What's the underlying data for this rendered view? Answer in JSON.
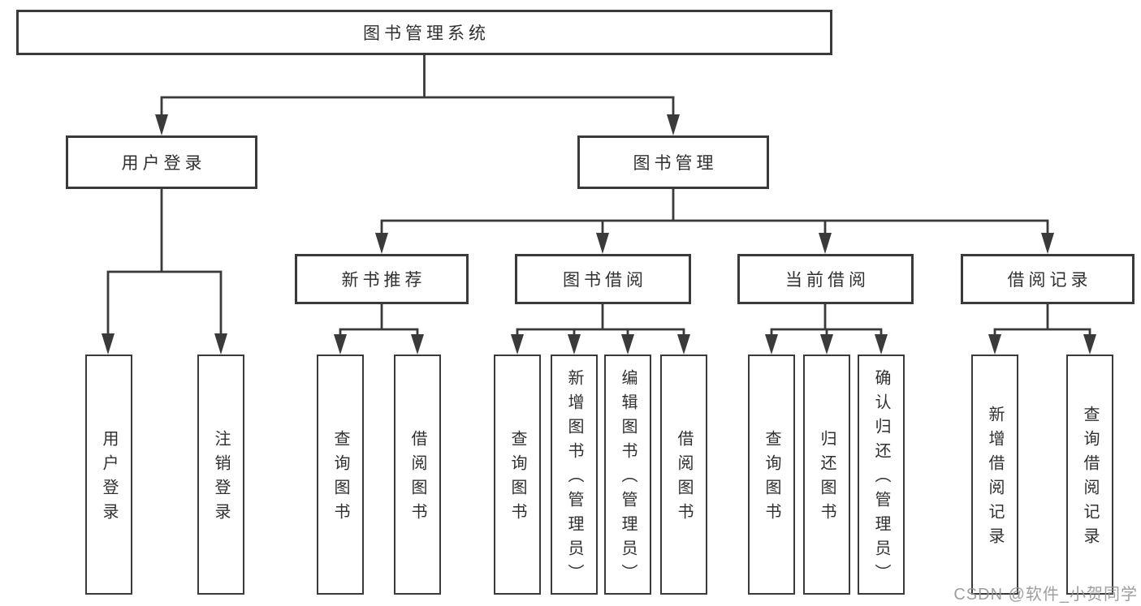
{
  "diagram": {
    "title": "图书管理系统",
    "level2": [
      {
        "label": "用户登录"
      },
      {
        "label": "图书管理"
      }
    ],
    "level3": [
      {
        "label": "新书推荐"
      },
      {
        "label": "图书借阅"
      },
      {
        "label": "当前借阅"
      },
      {
        "label": "借阅记录"
      }
    ],
    "leaves": {
      "user": [
        "用户登录",
        "注销登录"
      ],
      "newbook": [
        "查询图书",
        "借阅图书"
      ],
      "borrow": [
        "查询图书",
        "新增图书（管理员）",
        "编辑图书（管理员）",
        "借阅图书"
      ],
      "current": [
        "查询图书",
        "归还图书",
        "确认归还（管理员）"
      ],
      "records": [
        "新增借阅记录",
        "查询借阅记录"
      ]
    }
  },
  "watermark": {
    "text": "CSDN @软件_小贺同学"
  }
}
